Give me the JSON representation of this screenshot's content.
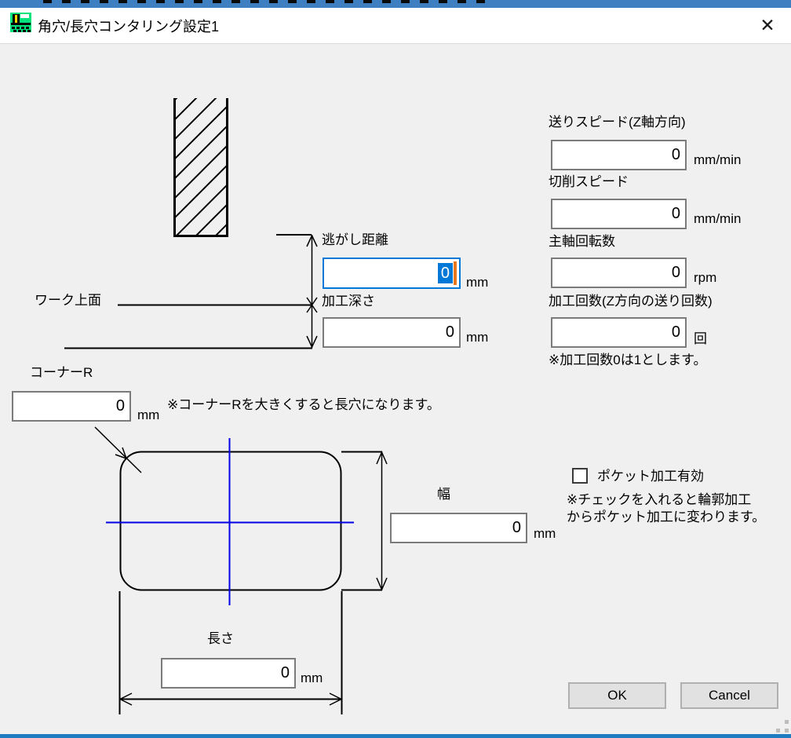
{
  "window": {
    "title": "角穴/長穴コンタリング設定1",
    "close_glyph": "✕"
  },
  "labels": {
    "work_top": "ワーク上面"
  },
  "fields": {
    "escape_distance": {
      "label": "逃がし距離",
      "value": "0",
      "unit": "mm"
    },
    "cut_depth": {
      "label": "加工深さ",
      "value": "0",
      "unit": "mm"
    },
    "feed_speed_z": {
      "label": "送りスピード(Z軸方向)",
      "value": "0",
      "unit": "mm/min"
    },
    "cutting_speed": {
      "label": "切削スピード",
      "value": "0",
      "unit": "mm/min"
    },
    "spindle_rpm": {
      "label": "主軸回転数",
      "value": "0",
      "unit": "rpm"
    },
    "pass_count": {
      "label": "加工回数(Z方向の送り回数)",
      "value": "0",
      "unit": "回",
      "note": "※加工回数0は1とします。"
    },
    "corner_r": {
      "label": "コーナーR",
      "value": "0",
      "unit": "mm",
      "note": "※コーナーRを大きくすると長穴になります。"
    },
    "width": {
      "label": "幅",
      "value": "0",
      "unit": "mm"
    },
    "length": {
      "label": "長さ",
      "value": "0",
      "unit": "mm"
    }
  },
  "pocket": {
    "label": "ポケット加工有効",
    "checked": false,
    "note_line1": "※チェックを入れると輪郭加工",
    "note_line2": "からポケット加工に変わります。"
  },
  "buttons": {
    "ok": "OK",
    "cancel": "Cancel"
  },
  "colors": {
    "selection": "#0078d7",
    "caret": "#e8771e",
    "crosshair": "#0000e6",
    "accent_strip": "#3e7fc1",
    "bottom_strip": "#1e7cc0"
  }
}
